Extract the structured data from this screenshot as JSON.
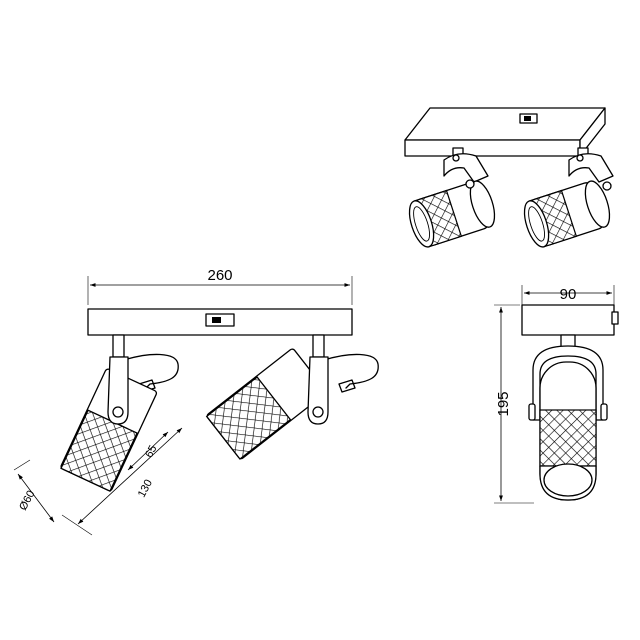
{
  "labels": {
    "width_front": "260",
    "width_side": "90",
    "height_side": "195",
    "diameter": "Ø60",
    "length_total": "130",
    "length_mesh": "65"
  },
  "colors": {
    "line": "#000000",
    "background": "#ffffff"
  }
}
